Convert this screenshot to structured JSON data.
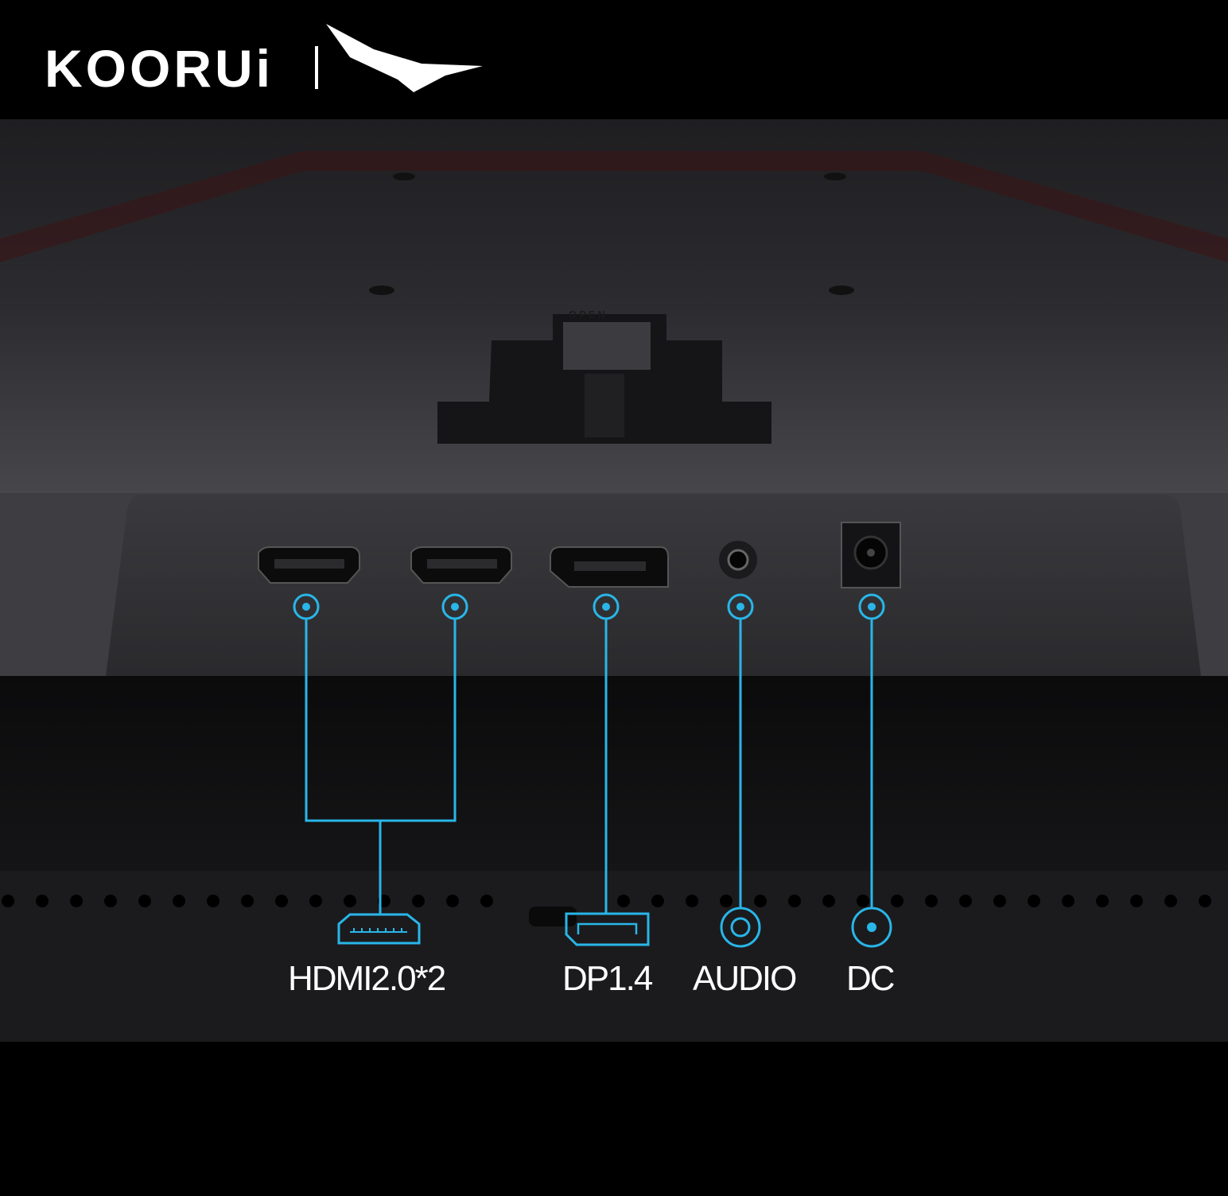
{
  "brand": {
    "name": "KOORUi"
  },
  "stand_mark": "OPEN",
  "accent_color": "#29b6e8",
  "ports": [
    {
      "label": "HDMI2.0*2",
      "icon": "hdmi-icon"
    },
    {
      "label": "DP1.4",
      "icon": "displayport-icon"
    },
    {
      "label": "AUDIO",
      "icon": "audio-jack-icon"
    },
    {
      "label": "DC",
      "icon": "dc-power-icon"
    }
  ]
}
